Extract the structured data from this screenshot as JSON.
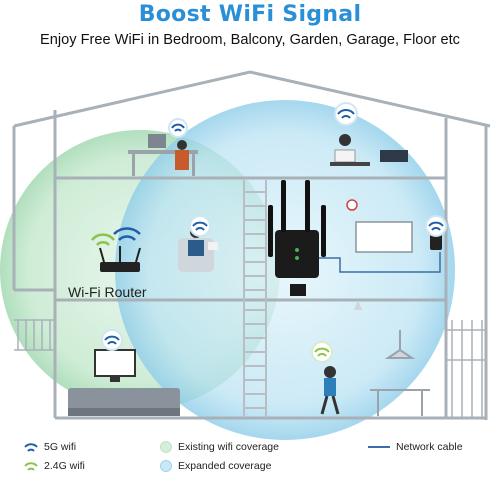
{
  "header": {
    "title": "Boost WiFi Signal",
    "subtitle": "Enjoy Free WiFi in Bedroom, Balcony, Garden, Garage, Floor etc"
  },
  "scene": {
    "router_label": "Wi-Fi Router"
  },
  "legend": {
    "wifi_5g": "5G wifi",
    "wifi_24g": "2.4G wifi",
    "existing": "Existing wifi coverage",
    "expanded": "Expanded coverage",
    "cable": "Network cable"
  },
  "colors": {
    "title": "#2a8fd6",
    "existing_coverage": "#bfe3c6",
    "expanded_coverage": "#9fd3ee",
    "wifi_5g": "#1f5fa8",
    "wifi_24g": "#8bc34a",
    "house_line": "#9aa3ab",
    "cable": "#3a6ea5"
  },
  "icons": [
    "wifi-icon",
    "router-icon",
    "extender-icon",
    "person-icon",
    "laptop-icon",
    "tv-icon",
    "lamp-icon",
    "ladder-icon"
  ]
}
